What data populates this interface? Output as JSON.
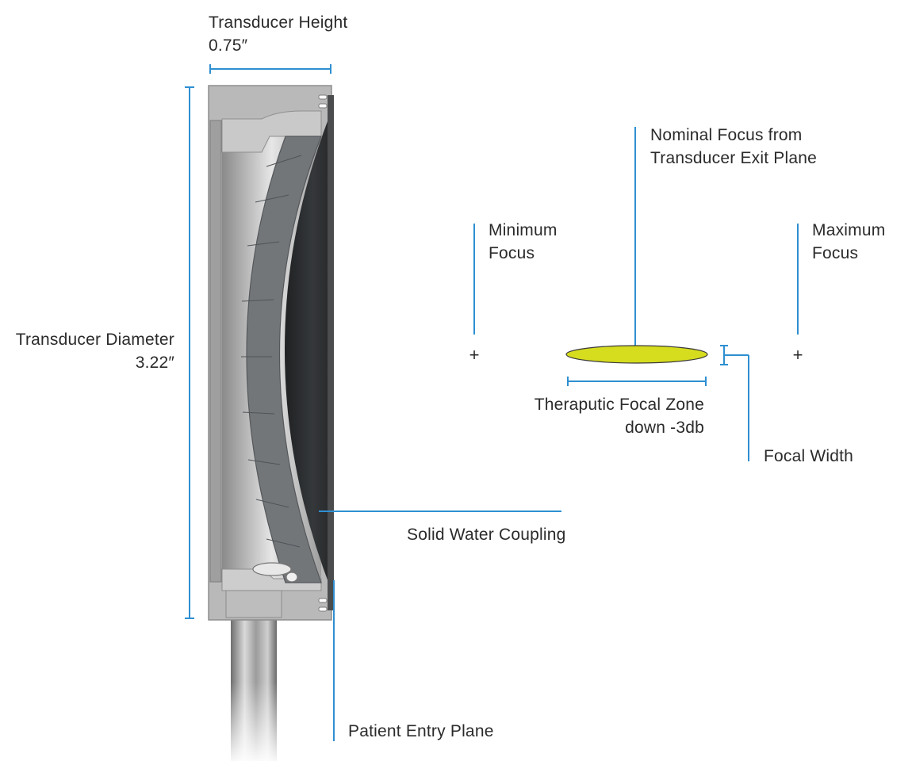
{
  "colors": {
    "callout_line": "#2e8fd1",
    "focal_zone_fill": "#d6dc1e",
    "text": "#2b2b2b",
    "housing_metal": "#b8b8b8",
    "lens_dark": "#2c2e30",
    "element_gray": "#6f7275"
  },
  "labels": {
    "transducer_height": {
      "line1": "Transducer Height",
      "line2": "0.75″"
    },
    "transducer_diameter": {
      "line1": "Transducer Diameter",
      "line2": "3.22″"
    },
    "nominal_focus": {
      "line1": "Nominal Focus from",
      "line2": "Transducer Exit Plane"
    },
    "minimum_focus": {
      "line1": "Minimum",
      "line2": "Focus"
    },
    "maximum_focus": {
      "line1": "Maximum",
      "line2": "Focus"
    },
    "focal_zone": {
      "line1": "Theraputic Focal Zone",
      "line2": "down -3db"
    },
    "focal_width": {
      "line1": "Focal Width"
    },
    "solid_water": {
      "line1": "Solid Water Coupling"
    },
    "patient_entry": {
      "line1": "Patient Entry Plane"
    }
  },
  "markers": {
    "plus_symbol": "+"
  }
}
